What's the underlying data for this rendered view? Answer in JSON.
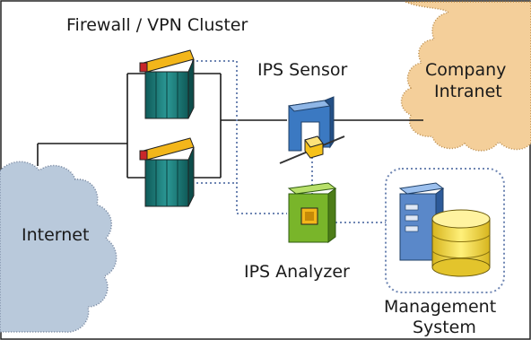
{
  "labels": {
    "firewall_cluster": "Firewall / VPN Cluster",
    "ips_sensor": "IPS Sensor",
    "company_intranet_line1": "Company",
    "company_intranet_line2": "Intranet",
    "internet": "Internet",
    "ips_analyzer": "IPS Analyzer",
    "management_line1": "Management",
    "management_line2": "System"
  },
  "colors": {
    "internet_cloud": "#b9c9db",
    "intranet_cloud": "#f4cf9a",
    "dotted_link": "#6f86b3",
    "solid_link": "#1a1a1a",
    "firewall_rack": "#1f7a78",
    "firewall_top": "#f3b61a",
    "sensor_blue": "#3b79c2",
    "analyzer_green": "#79b52a",
    "database_yellow": "#f6e24a",
    "server_blue": "#5a88c9"
  },
  "icons": {
    "firewall_top": "firewall-rack-icon",
    "firewall_bottom": "firewall-rack-icon",
    "ips_sensor": "ips-sensor-icon",
    "ips_analyzer": "ips-analyzer-icon",
    "management_server": "server-tower-icon",
    "management_database": "database-icon"
  }
}
